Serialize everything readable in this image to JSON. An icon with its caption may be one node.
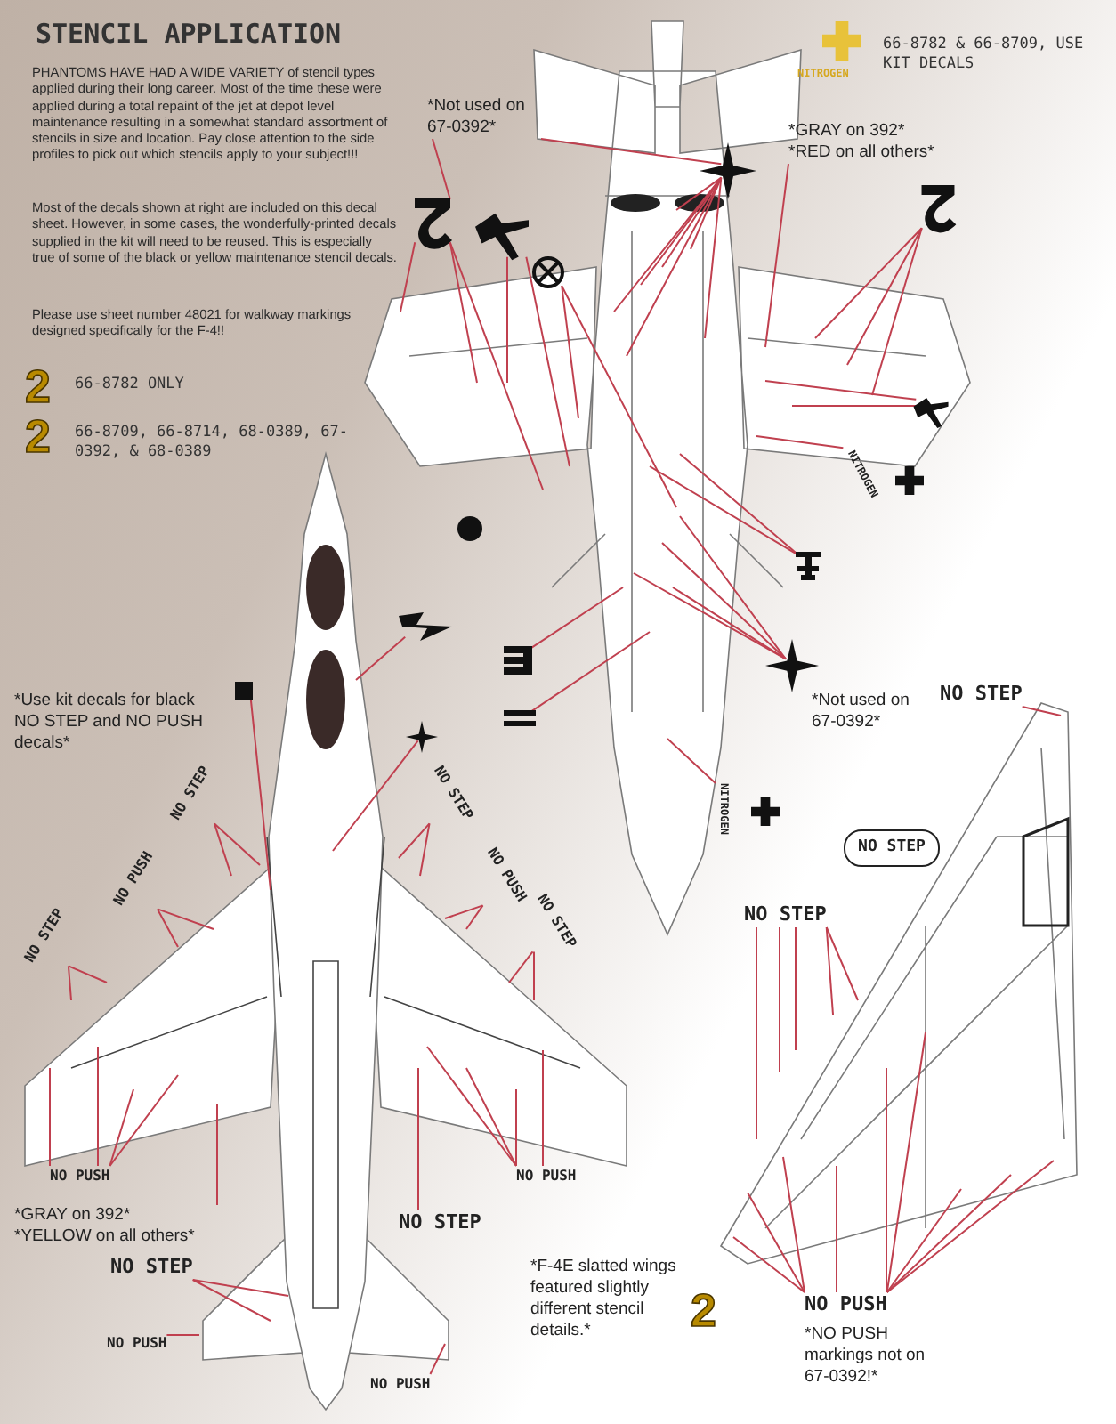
{
  "diagram": {
    "title": "STENCIL APPLICATION",
    "nodes": [
      {
        "text": [
          "*Not used on 67-0392*"
        ]
      },
      {
        "text": [],
        "shape": "star"
      },
      {
        "text": [
          "*GRAY on 392*",
          "*RED on all others*"
        ]
      },
      {
        "text": [],
        "shape": "picture"
      },
      {
        "text": [],
        "shape": "picture"
      },
      {
        "text": [],
        "shape": "circle"
      },
      {
        "text": [],
        "shape": "picture"
      },
      {
        "text": [],
        "shape": "picture"
      },
      {
        "text": [
          "NITROGEN"
        ]
      },
      {
        "text": [],
        "shape": "picture"
      },
      {
        "text": [],
        "shape": "picture"
      },
      {
        "text": [],
        "shape": "picture"
      },
      {
        "text": [],
        "shape": "star",
        "beside": [
          "*Not used on 67-0392*"
        ]
      },
      {
        "text": [
          "NITROGEN"
        ]
      },
      {
        "text": [],
        "shape": "picture"
      },
      {
        "text": [],
        "shape": "box"
      },
      {
        "text": [],
        "shape": "star"
      },
      {
        "text": [
          "NO STEP"
        ]
      },
      {
        "text": [
          "NO PUSH"
        ]
      },
      {
        "text": [
          "NO STEP"
        ]
      },
      {
        "text": [
          "NO STEP"
        ]
      },
      {
        "text": [
          "NO PUSH"
        ]
      },
      {
        "text": [
          "NO STEP"
        ]
      },
      {
        "text": [
          "NO PUSH"
        ]
      },
      {
        "text": [
          "NO PUSH"
        ]
      },
      {
        "text": [
          "*GRAY on 392*",
          "*YELLOW on all others*"
        ]
      },
      {
        "text": [
          "NO STEP"
        ]
      },
      {
        "text": [
          "NO STEP"
        ]
      },
      {
        "text": [
          "NO PUSH"
        ]
      },
      {
        "text": [
          "NO PUSH"
        ]
      },
      {
        "text": [
          "NO STEP"
        ]
      },
      {
        "text": [
          "NO STEP"
        ]
      },
      {
        "text": [
          "NO STEP"
        ]
      },
      {
        "text": [
          "NO PUSH"
        ],
        "beside": [
          "*NO PUSH markings not on 67-0392!*"
        ]
      }
    ],
    "edges": [
      {
        "from": 0,
        "to": 3,
        "arrow": "none"
      },
      {
        "from": 0,
        "to": 1,
        "arrow": "none"
      },
      {
        "from": 1,
        "to": null,
        "arrow": "none"
      },
      {
        "from": 1,
        "to": null,
        "arrow": "none"
      },
      {
        "from": 1,
        "to": null,
        "arrow": "none"
      },
      {
        "from": 1,
        "to": null,
        "arrow": "none"
      },
      {
        "from": 1,
        "to": null,
        "arrow": "none"
      },
      {
        "from": 1,
        "to": null,
        "arrow": "none"
      },
      {
        "from": 1,
        "to": null,
        "arrow": "none"
      },
      {
        "from": 2,
        "to": null,
        "arrow": "none"
      },
      {
        "from": 3,
        "to": null,
        "arrow": "none"
      },
      {
        "from": 3,
        "to": null,
        "arrow": "none"
      },
      {
        "from": 3,
        "to": null,
        "arrow": "none"
      },
      {
        "from": 4,
        "to": null,
        "arrow": "none"
      },
      {
        "from": 4,
        "to": null,
        "arrow": "none"
      },
      {
        "from": 5,
        "to": null,
        "arrow": "none"
      },
      {
        "from": 5,
        "to": null,
        "arrow": "none"
      },
      {
        "from": 6,
        "to": null,
        "arrow": "none"
      },
      {
        "from": 6,
        "to": null,
        "arrow": "none"
      },
      {
        "from": 6,
        "to": null,
        "arrow": "none"
      },
      {
        "from": 7,
        "to": null,
        "arrow": "none"
      },
      {
        "from": 7,
        "to": null,
        "arrow": "none"
      },
      {
        "from": 8,
        "to": null,
        "arrow": "none"
      },
      {
        "from": 9,
        "to": null,
        "arrow": "none"
      },
      {
        "from": 9,
        "to": null,
        "arrow": "none"
      },
      {
        "from": 10,
        "to": null,
        "arrow": "none"
      },
      {
        "from": 11,
        "to": null,
        "arrow": "none"
      },
      {
        "from": 12,
        "to": null,
        "arrow": "none"
      },
      {
        "from": 12,
        "to": null,
        "arrow": "none"
      },
      {
        "from": 12,
        "to": null,
        "arrow": "none"
      },
      {
        "from": 12,
        "to": null,
        "arrow": "none"
      },
      {
        "from": 13,
        "to": null,
        "arrow": "none"
      },
      {
        "from": 14,
        "to": null,
        "arrow": "none"
      },
      {
        "from": 15,
        "to": null,
        "arrow": "none"
      },
      {
        "from": 16,
        "to": null,
        "arrow": "none"
      },
      {
        "from": 17,
        "to": null,
        "arrow": "none"
      },
      {
        "from": 17,
        "to": null,
        "arrow": "none"
      },
      {
        "from": 18,
        "to": null,
        "arrow": "none"
      },
      {
        "from": 18,
        "to": null,
        "arrow": "none"
      },
      {
        "from": 19,
        "to": null,
        "arrow": "none"
      },
      {
        "from": 19,
        "to": null,
        "arrow": "none"
      },
      {
        "from": 20,
        "to": null,
        "arrow": "none"
      },
      {
        "from": 20,
        "to": null,
        "arrow": "none"
      },
      {
        "from": 21,
        "to": null,
        "arrow": "none"
      },
      {
        "from": 21,
        "to": null,
        "arrow": "none"
      },
      {
        "from": 22,
        "to": null,
        "arrow": "none"
      },
      {
        "from": 22,
        "to": null,
        "arrow": "none"
      },
      {
        "from": 23,
        "to": null,
        "arrow": "none"
      },
      {
        "from": 23,
        "to": null,
        "arrow": "none"
      },
      {
        "from": 23,
        "to": null,
        "arrow": "none"
      },
      {
        "from": 23,
        "to": null,
        "arrow": "none"
      },
      {
        "from": 24,
        "to": null,
        "arrow": "none"
      },
      {
        "from": 24,
        "to": null,
        "arrow": "none"
      },
      {
        "from": 24,
        "to": null,
        "arrow": "none"
      },
      {
        "from": 24,
        "to": null,
        "arrow": "none"
      },
      {
        "from": 25,
        "to": null,
        "arrow": "none"
      },
      {
        "from": 26,
        "to": null,
        "arrow": "none"
      },
      {
        "from": 27,
        "to": null,
        "arrow": "none"
      },
      {
        "from": 27,
        "to": null,
        "arrow": "none"
      },
      {
        "from": 28,
        "to": null,
        "arrow": "none"
      },
      {
        "from": 29,
        "to": null,
        "arrow": "none"
      },
      {
        "from": 30,
        "to": null,
        "arrow": "none"
      },
      {
        "from": 32,
        "to": null,
        "arrow": "none"
      },
      {
        "from": 32,
        "to": null,
        "arrow": "none"
      },
      {
        "from": 32,
        "to": null,
        "arrow": "none"
      },
      {
        "from": 32,
        "to": null,
        "arrow": "none"
      },
      {
        "from": 32,
        "to": null,
        "arrow": "none"
      },
      {
        "from": 33,
        "to": null,
        "arrow": "none"
      },
      {
        "from": 33,
        "to": null,
        "arrow": "none"
      },
      {
        "from": 33,
        "to": null,
        "arrow": "none"
      },
      {
        "from": 33,
        "to": null,
        "arrow": "none"
      },
      {
        "from": 33,
        "to": null,
        "arrow": "none"
      },
      {
        "from": 33,
        "to": null,
        "arrow": "none"
      },
      {
        "from": 33,
        "to": null,
        "arrow": "none"
      },
      {
        "from": 33,
        "to": null,
        "arrow": "none"
      },
      {
        "from": 33,
        "to": null,
        "arrow": "none"
      }
    ],
    "labels": [
      "PHANTOMS HAVE HAD A WIDE VARIETY of stencil types applied during their long career. Most of the time these were applied during a total repaint of the jet at depot level maintenance resulting in a somewhat standard assortment of stencils in size and location. Pay close attention to the side profiles to pick out which stencils apply to your subject!!!",
      "Most of the decals shown at right are included on this decal sheet. However, in some cases, the wonderfully-printed decals supplied in the kit will need to be reused. This is especially true of some of the black or yellow maintenance stencil decals.",
      "Please use sheet number 48021 for walkway markings designed specifically for the F-4!!",
      "2",
      "66-8782 ONLY",
      "2",
      "66-8709, 66-8714, 68-0389, 67-0392, & 68-0389",
      "NITROGEN",
      "66-8782 & 66-8709, USE KIT DECALS",
      "*Use kit decals for black NO STEP and NO PUSH decals*",
      "*F-4E slatted wings featured slightly different stencil details.*",
      "2"
    ]
  }
}
